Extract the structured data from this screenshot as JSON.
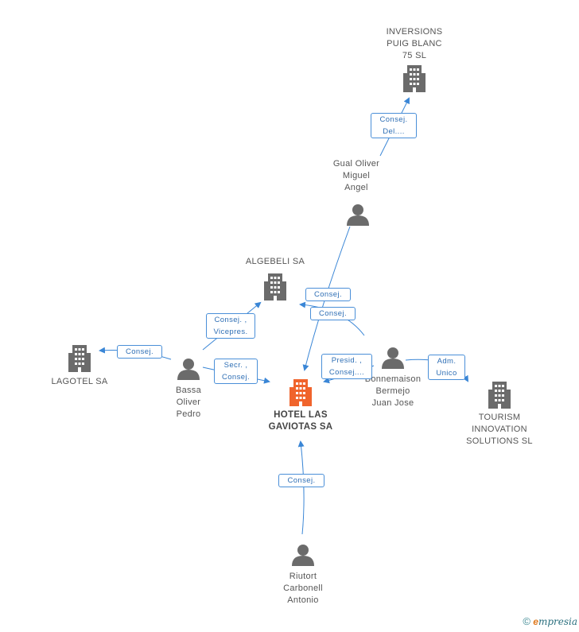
{
  "nodes": {
    "inversions": {
      "lines": [
        "INVERSIONS",
        "PUIG BLANC",
        "75 SL"
      ],
      "type": "company"
    },
    "gual": {
      "lines": [
        "Gual Oliver",
        "Miguel",
        "Angel"
      ],
      "type": "person"
    },
    "algebeli": {
      "lines": [
        "ALGEBELI SA"
      ],
      "type": "company"
    },
    "lagotel": {
      "lines": [
        "LAGOTEL SA"
      ],
      "type": "company"
    },
    "bassa": {
      "lines": [
        "Bassa",
        "Oliver",
        "Pedro"
      ],
      "type": "person"
    },
    "hotel": {
      "lines": [
        "HOTEL LAS",
        "GAVIOTAS SA"
      ],
      "type": "company-main"
    },
    "bonnemaison": {
      "lines": [
        "Bonnemaison",
        "Bermejo",
        "Juan Jose"
      ],
      "type": "person"
    },
    "tourism": {
      "lines": [
        "TOURISM",
        "INNOVATION",
        "SOLUTIONS SL"
      ],
      "type": "company"
    },
    "riutort": {
      "lines": [
        "Riutort",
        "Carbonell",
        "Antonio"
      ],
      "type": "person"
    }
  },
  "edge_labels": {
    "gual_inversions": [
      "Consej.",
      "Del...."
    ],
    "gual_algebeli": [
      "Consej."
    ],
    "bonnemaison_algebeli": [
      "Consej."
    ],
    "bassa_algebeli": [
      "Consej. ,",
      "Vicepres."
    ],
    "bassa_lagotel": [
      "Consej."
    ],
    "bassa_hotel": [
      "Secr. ,",
      "Consej."
    ],
    "bonnemaison_hotel": [
      "Presid. ,",
      "Consej...."
    ],
    "bonnemaison_tourism": [
      "Adm.",
      "Unico"
    ],
    "riutort_hotel": [
      "Consej."
    ]
  },
  "colors": {
    "company": "#6b6b6b",
    "main_company": "#f0642c",
    "person": "#6b6b6b",
    "edge": "#3a86d6"
  },
  "footer": {
    "copyright": "©",
    "brand_e": "e",
    "brand_rest": "mpresia"
  }
}
